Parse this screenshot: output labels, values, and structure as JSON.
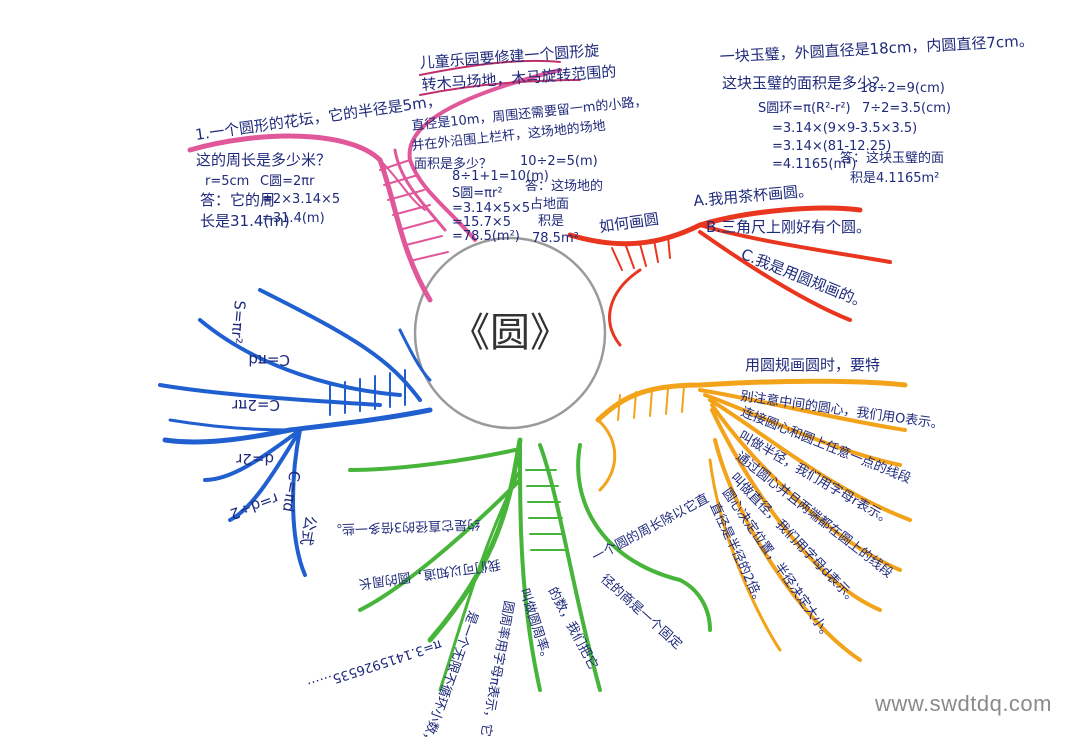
{
  "center": {
    "title": "《圆》"
  },
  "colors": {
    "pink": "#e0579a",
    "red": "#e8361f",
    "orange": "#f2a31a",
    "green": "#47b53a",
    "blue": "#1f5fd0",
    "ink": "#1f2a7a",
    "circle": "#9a9a9a"
  },
  "branches": {
    "pink": {
      "texts": [
        "1.一个圆形的花坛，它的半径是5m，",
        "这的周长是多少米？",
        "r=5cm",
        "C圆=2πr",
        "=2×3.14×5",
        "=31.4(m)",
        "答：它的周",
        "长是31.4(m)",
        "儿童乐园要修建一个圆形旋",
        "转木马场地，木马旋转范围的",
        "直径是10m，周围还需要留一m的小路，",
        "并在外沿围上栏杆，这场地的场地",
        "面积是多少？",
        "8÷1+1=10(m)",
        "10÷2=5(m)",
        "S圆=πr²",
        "=3.14×5×5",
        "=15.7×5",
        "=78.5(m²)",
        "答：这场地的",
        "占地面",
        "积是",
        "78.5m²"
      ]
    },
    "red": {
      "texts": [
        "一块玉璧，外圆直径是18cm，内圆直径7cm。",
        "这块玉璧的面积是多少？",
        "18÷2=9(cm)",
        "7÷2=3.5(cm)",
        "S圆环=π(R²-r²)",
        "=3.14×(9×9-3.5×3.5)",
        "=3.14×(81-12.25)",
        "=4.1165(m²)",
        "答：这块玉璧的面",
        "积是4.1165m²",
        "如何画圆",
        "A.我用茶杯画圆。",
        "B.三角尺上刚好有个圆。",
        "C.我是用圆规画的。"
      ]
    },
    "orange": {
      "texts": [
        "用圆规画圆时，要特",
        "别注意中间的圆心，我们用O表示。",
        "连接圆心和圆上任意一点的线段",
        "叫做半径，我们用字母r表示。",
        "通过圆心并且两端都在圆上的线段",
        "叫做直径，我们用字母d表示。",
        "圆心决定位置，半径决定大小。",
        "直径是半径的2倍。"
      ]
    },
    "green": {
      "texts": [
        "一个圆的周长除以它直",
        "径的商是一个固定",
        "的数，我们把它",
        "叫做圆周率。",
        "圆周率用字母π表示，它",
        "是一个无限不循环小数，",
        "π=3.1415926535……",
        "我们可以知道，圆的周长",
        "约是它直径的3倍多一些。"
      ]
    },
    "blue": {
      "texts": [
        "S=πr²",
        "C=πd",
        "C=2πr",
        "d=2r",
        "r=d÷2",
        "C=πd",
        "公式"
      ]
    }
  }
}
